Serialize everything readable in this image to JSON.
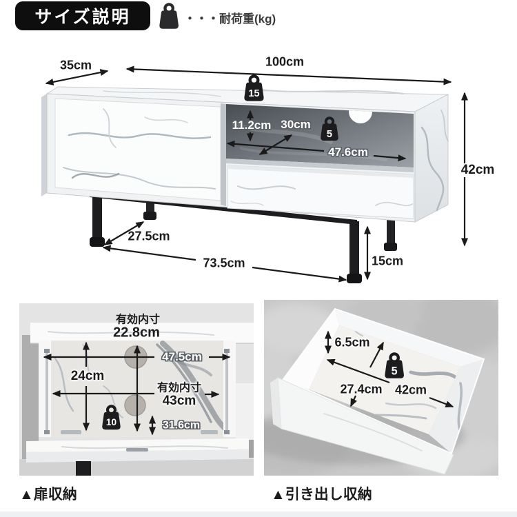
{
  "header": {
    "title": "サイズ説明",
    "legend": "・・・耐荷重(kg)"
  },
  "main": {
    "depth": "35cm",
    "width": "100cm",
    "height": "42cm",
    "load_top": "15",
    "load_shelf": "5",
    "opening_height": "11.2cm",
    "opening_depth": "30cm",
    "opening_width": "47.6cm",
    "legs_depth": "27.5cm",
    "legs_span": "73.5cm",
    "legs_height": "15cm"
  },
  "door": {
    "inner_label": "有効内寸",
    "inner_height": "22.8cm",
    "width": "47.5cm",
    "height": "24cm",
    "inner_label2": "有効内寸",
    "inner_width": "43cm",
    "load": "10",
    "flap": "31.6cm",
    "caption": "▲扉収納"
  },
  "drawer": {
    "depth_inner": "6.5cm",
    "load": "5",
    "depth": "27.4cm",
    "width": "42cm",
    "caption": "▲引き出し収納"
  },
  "colors": {
    "ink": "#1b1b1b",
    "badge_black": "#1c1c1e",
    "interior_dark": "#4a4f54"
  }
}
